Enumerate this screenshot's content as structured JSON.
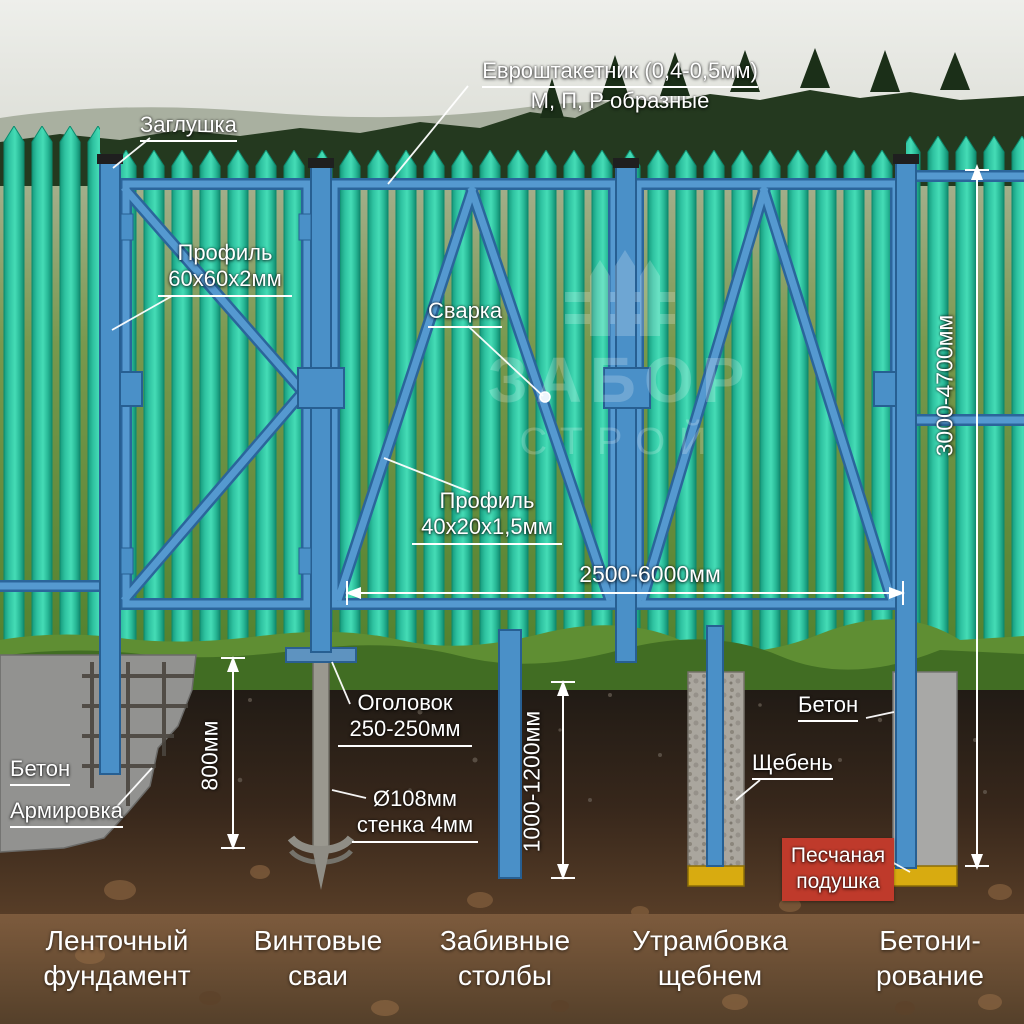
{
  "colors": {
    "picket_green": "#2ec2a0",
    "frame_blue": "#4a90c8",
    "dim_white": "#ffffff",
    "sand_yellow": "#d8ab10",
    "alert_red": "#bf3a2b"
  },
  "callouts": {
    "zaglushka": "Заглушка",
    "evroshtaketnik_line1": "Евроштакетник (0,4-0,5мм)",
    "evroshtaketnik_line2": "М, П, Р образные",
    "profil60_line1": "Профиль",
    "profil60_line2": "60х60х2мм",
    "svarka": "Сварка",
    "profil40_line1": "Профиль",
    "profil40_line2": "40х20х1,5мм",
    "ogolovok_line1": "Оголовок",
    "ogolovok_line2": "250-250мм",
    "pile_line1": "Ø108мм",
    "pile_line2": "стенка 4мм",
    "beton_left": "Бетон",
    "armirovka": "Армировка",
    "beton_right": "Бетон",
    "scheben": "Щебень",
    "peschanaya_line1": "Песчаная",
    "peschanaya_line2": "подушка"
  },
  "dimensions": {
    "panel_width": "2500-6000мм",
    "fence_height": "3000-4700мм",
    "strip_depth": "800мм",
    "post_depth": "1000-1200мм"
  },
  "watermark": {
    "line1": "ЗАБОР",
    "line2": "СТРОЙ"
  },
  "captions": [
    {
      "line1": "Ленточный",
      "line2": "фундамент"
    },
    {
      "line1": "Винтовые",
      "line2": "сваи"
    },
    {
      "line1": "Забивные",
      "line2": "столбы"
    },
    {
      "line1": "Утрамбовка",
      "line2": "щебнем"
    },
    {
      "line1": "Бетони-",
      "line2": "рование"
    }
  ]
}
